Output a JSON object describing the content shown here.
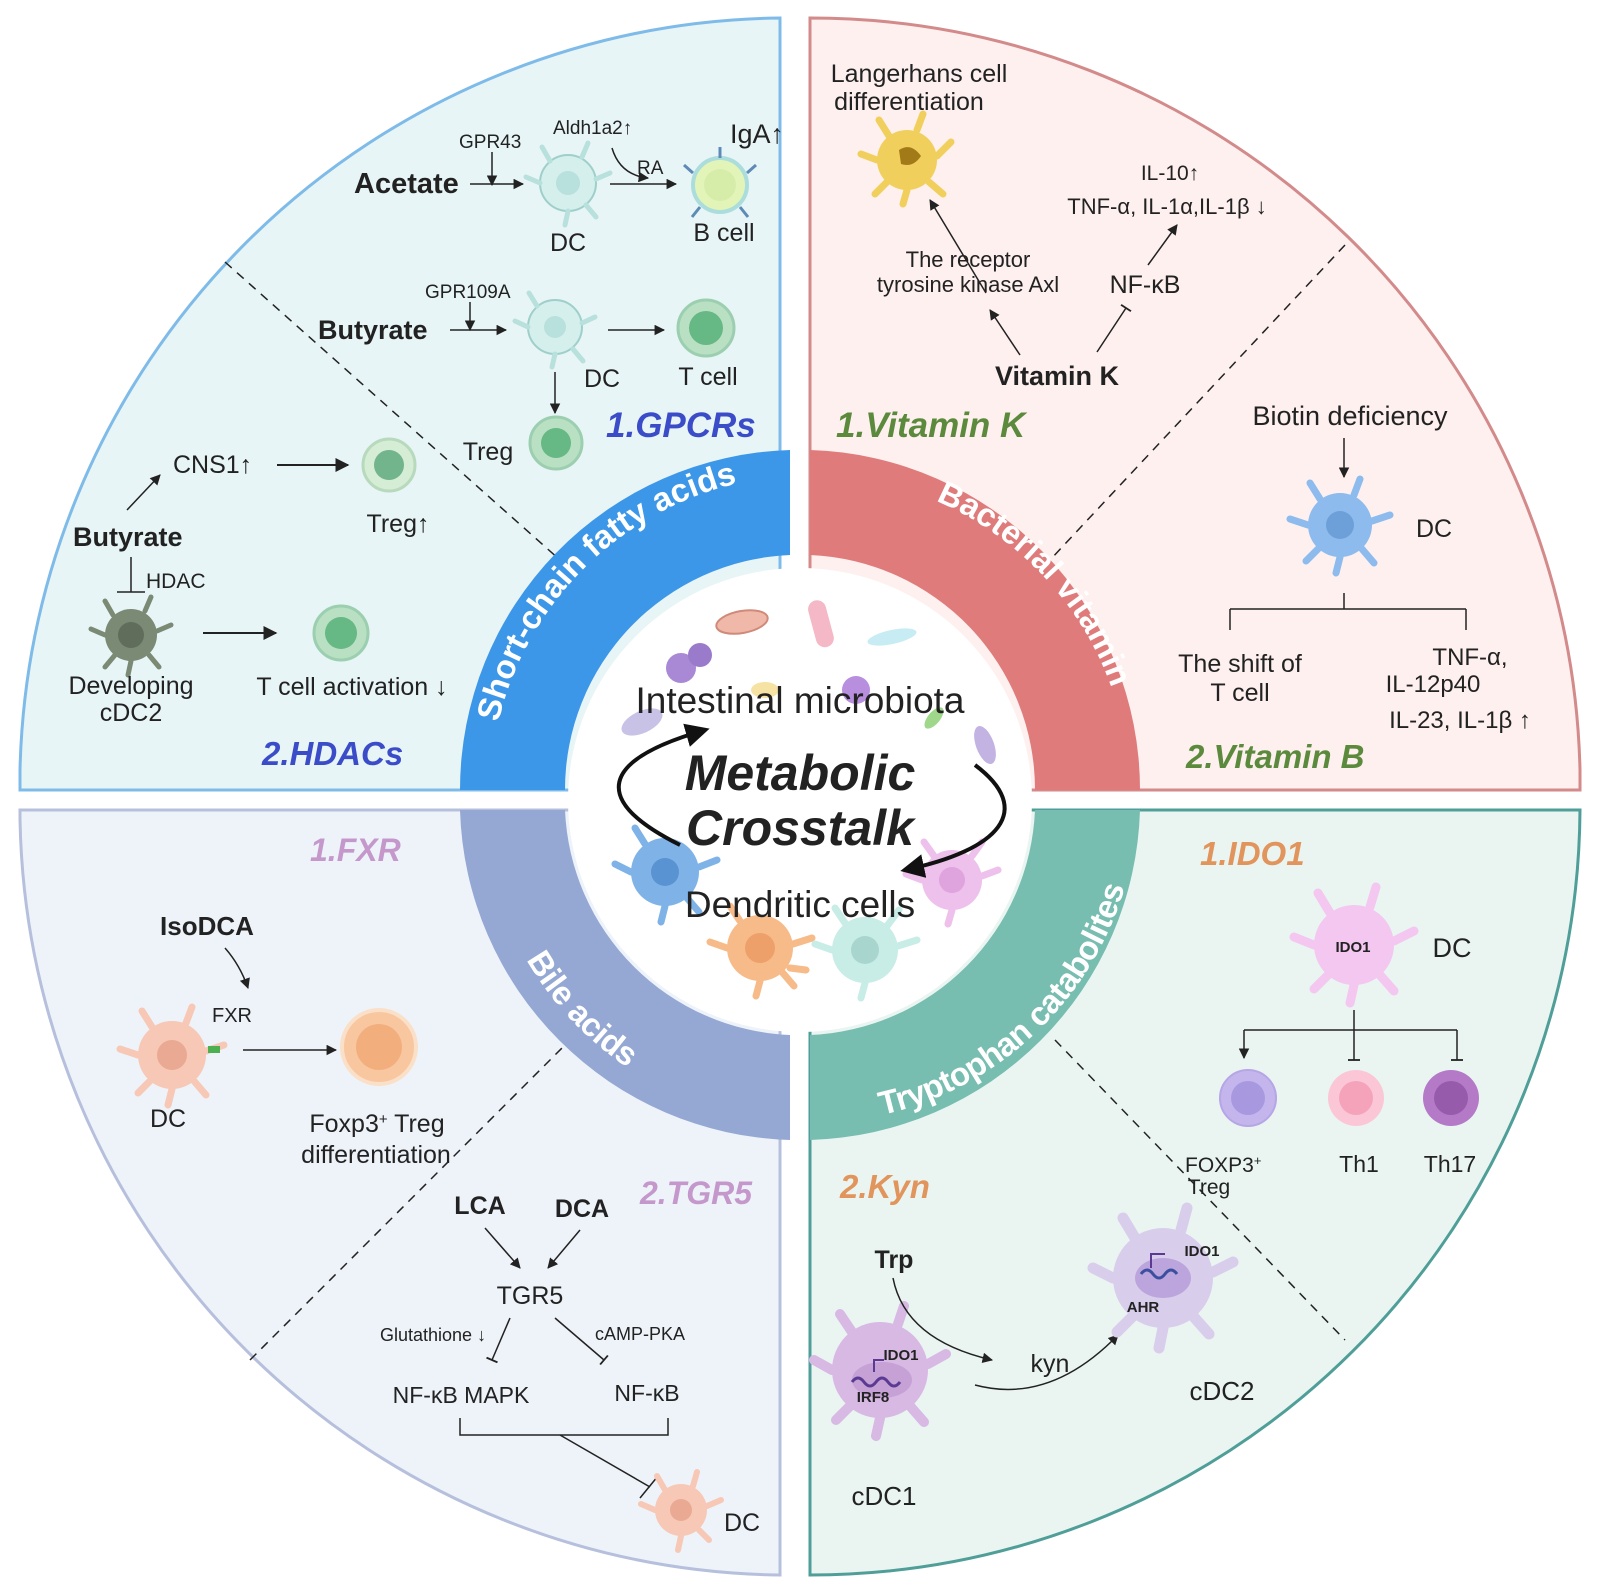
{
  "colors": {
    "scfa": "#3d97e8",
    "vitamin": "#df7b7b",
    "bile": "#94a8d3",
    "trp": "#77bdb0",
    "gpcr_label": "#3b4cc8",
    "vit_label": "#5b8a3c",
    "bile_label": "#c598cc",
    "trp_label": "#e1955c"
  },
  "ring": {
    "scfa": "Short-chain fatty acids",
    "vitamin": "Bacterial vitamin",
    "bile": "Bile acids",
    "trp": "Tryptophan catabolites"
  },
  "center": {
    "microbiota": "Intestinal microbiota",
    "title_line1": "Metabolic",
    "title_line2": "Crosstalk",
    "dc": "Dendritic  cells"
  },
  "tl": {
    "section1": "1.GPCRs",
    "section2": "2.HDACs",
    "acetate": "Acetate",
    "gpr43": "GPR43",
    "aldh": "Aldh1a2↑",
    "ra": "RA",
    "iga": "IgA↑",
    "dc": "DC",
    "bcell": "B cell",
    "butyrate": "Butyrate",
    "gpr109a": "GPR109A",
    "dc2": "DC",
    "tcell": "T cell",
    "treg": "Treg",
    "cns1": "CNS1↑",
    "butyrate2": "Butyrate",
    "hdac": "HDAC",
    "treg_up": "Treg↑",
    "developing1": "Developing",
    "developing2": "cDC2",
    "tcell_act": "T cell activation ↓"
  },
  "tr": {
    "section1": "1.Vitamin K",
    "section2": "2.Vitamin B",
    "langerhans1": "Langerhans cell",
    "langerhans2": "differentiation",
    "il10": "IL-10↑",
    "tnf": "TNF-α, IL-1α,IL-1β ↓",
    "axl1": "The receptor",
    "axl2": "tyrosine kinase Axl",
    "nfkb": "NF-κB",
    "vitk": "Vitamin K",
    "biotin": "Biotin deficiency",
    "dc": "DC",
    "shift1": "The shift of",
    "shift2": "T cell",
    "cyt1": "TNF-α,",
    "cyt2": "IL-12p40",
    "cyt3": "IL-23, IL-1β ↑"
  },
  "bl": {
    "section1": "1.FXR",
    "section2": "2.TGR5",
    "isodca": "IsoDCA",
    "fxr": "FXR",
    "dc": "DC",
    "foxp3_a": "Foxp3",
    "foxp3_sup": "+",
    "foxp3_b": " Treg",
    "diff": "differentiation",
    "lca": "LCA",
    "dca": "DCA",
    "tgr5": "TGR5",
    "glut": "Glutathione ↓",
    "camp": "cAMP-PKA",
    "nfkb_mapk": "NF-κB  MAPK",
    "nfkb": "NF-κB",
    "dc2": "DC"
  },
  "br": {
    "section1": "1.IDO1",
    "section2": "2.Kyn",
    "ido1_cell": "IDO1",
    "dc": "DC",
    "foxp3_a": "FOXP3",
    "foxp3_sup": "+",
    "treg": "Treg",
    "th1": "Th1",
    "th17": "Th17",
    "trp": "Trp",
    "ido1_a": "IDO1",
    "irf8": "IRF8",
    "kyn": "kyn",
    "ido1_b": "IDO1",
    "ahr": "AHR",
    "cdc2": "cDC2",
    "cdc1": "cDC1"
  }
}
